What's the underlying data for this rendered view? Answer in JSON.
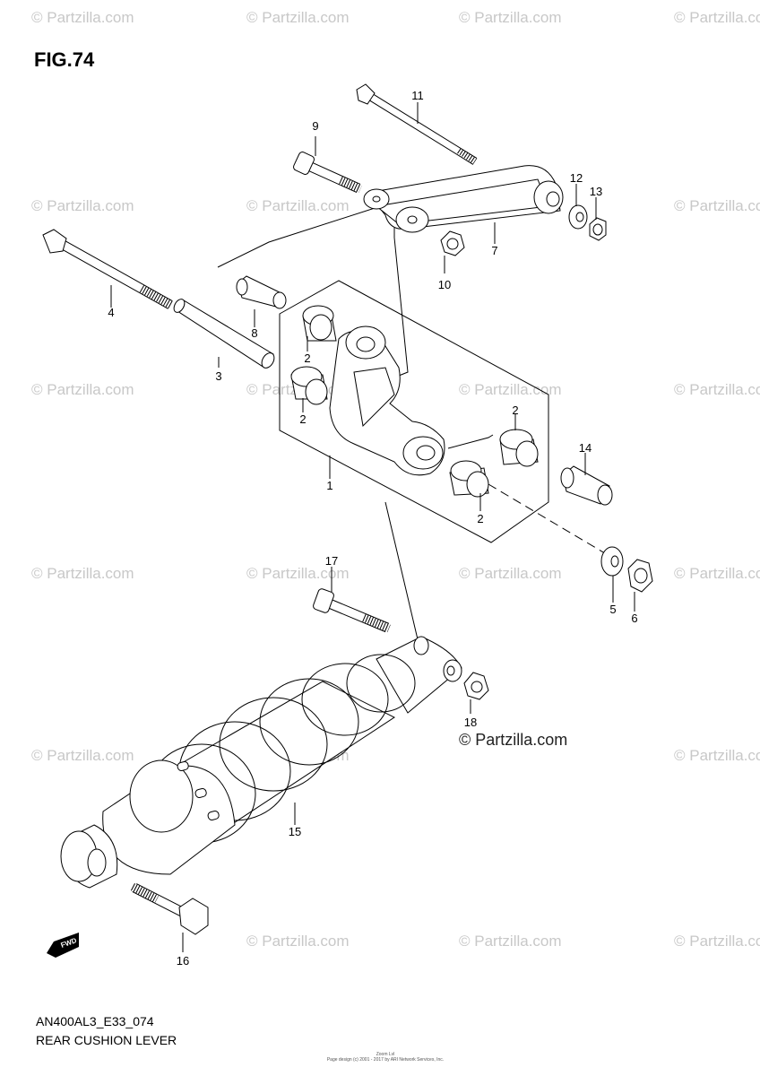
{
  "figure": {
    "title": "FIG.74"
  },
  "watermark": {
    "text": "© Partzilla.com",
    "main_text": "© Partzilla.com"
  },
  "labels": {
    "code": "AN400AL3_E33_074",
    "name": "REAR CUSHION LEVER"
  },
  "footer": {
    "line1": "Zoom Lvl",
    "line2": "Page design (c) 2001 - 2017 by ARI Network Services, Inc."
  },
  "fwd_badge": {
    "text": "FWD"
  },
  "callouts": [
    {
      "num": "1"
    },
    {
      "num": "2"
    },
    {
      "num": "2"
    },
    {
      "num": "2"
    },
    {
      "num": "2"
    },
    {
      "num": "3"
    },
    {
      "num": "4"
    },
    {
      "num": "5"
    },
    {
      "num": "6"
    },
    {
      "num": "7"
    },
    {
      "num": "8"
    },
    {
      "num": "9"
    },
    {
      "num": "10"
    },
    {
      "num": "11"
    },
    {
      "num": "12"
    },
    {
      "num": "13"
    },
    {
      "num": "14"
    },
    {
      "num": "15"
    },
    {
      "num": "16"
    },
    {
      "num": "17"
    },
    {
      "num": "18"
    }
  ]
}
